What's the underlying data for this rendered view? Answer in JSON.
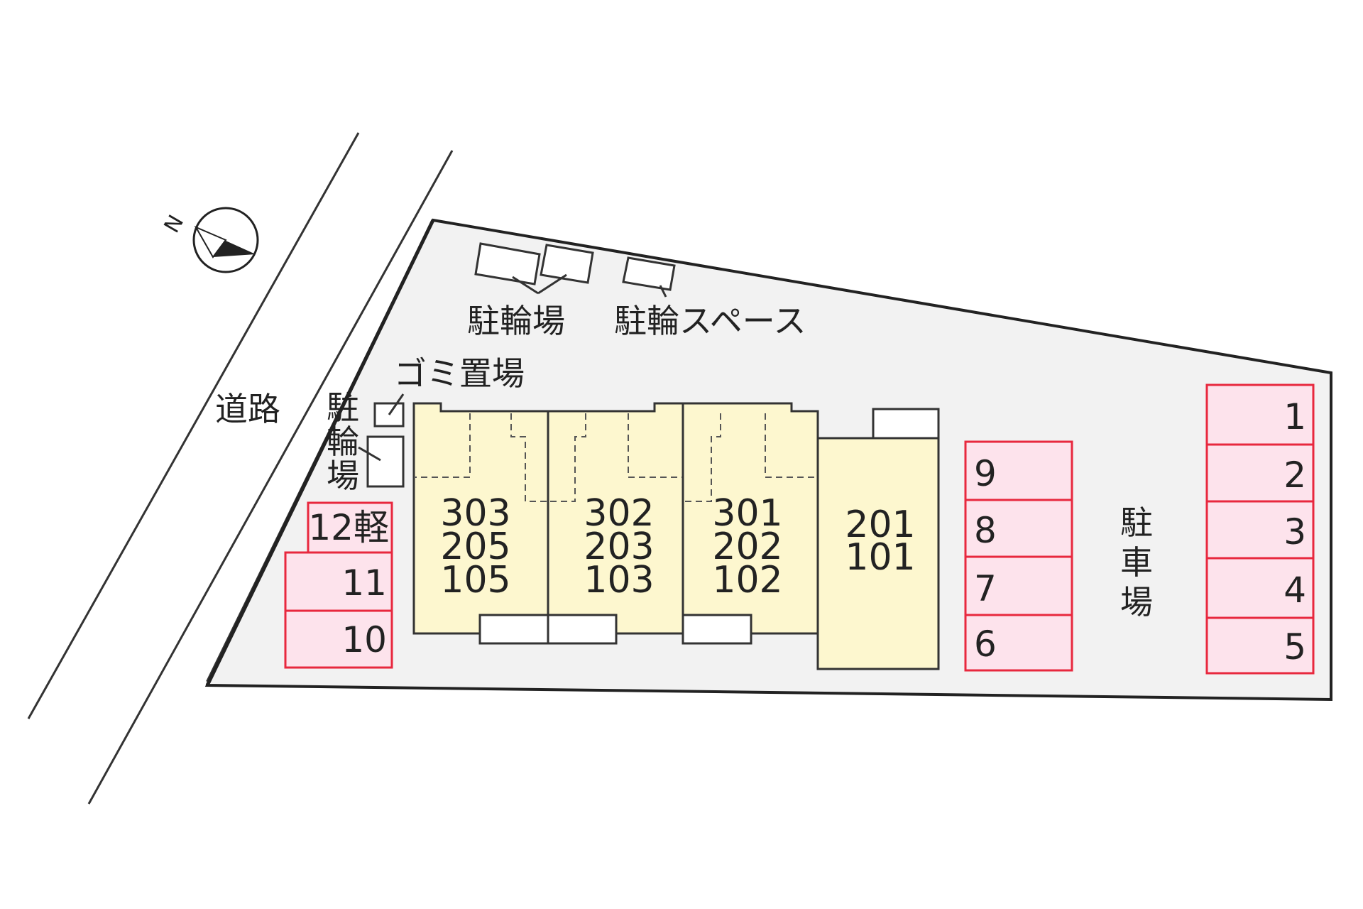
{
  "compass": {
    "label": "N"
  },
  "road": {
    "label": "道路"
  },
  "labels": {
    "bike_parking": "駐輪場",
    "bike_space": "駐輪スペース",
    "garbage": "ゴミ置場",
    "side_bike_parking": [
      "駐",
      "輪",
      "場"
    ],
    "parking": [
      "駐",
      "車",
      "場"
    ]
  },
  "buildings": [
    {
      "units": [
        "303",
        "205",
        "105"
      ]
    },
    {
      "units": [
        "302",
        "203",
        "103"
      ]
    },
    {
      "units": [
        "301",
        "202",
        "102"
      ]
    },
    {
      "units": [
        "201",
        "101"
      ]
    }
  ],
  "parking": {
    "left": [
      "12軽",
      "11",
      "10"
    ],
    "middle": [
      "9",
      "8",
      "7",
      "6"
    ],
    "right": [
      "1",
      "2",
      "3",
      "4",
      "5"
    ]
  },
  "colors": {
    "lot": "#f2f2f2",
    "building": "#fdf7cf",
    "parking_fill": "#fde3ec",
    "parking_border": "#e8283e"
  }
}
